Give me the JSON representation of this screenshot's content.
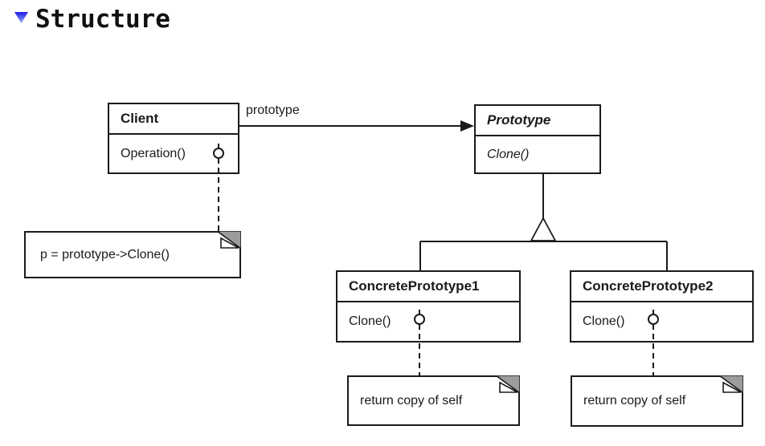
{
  "header": {
    "title": "Structure"
  },
  "diagram": {
    "classes": {
      "client": {
        "name": "Client",
        "operation": "Operation()"
      },
      "prototype": {
        "name": "Prototype",
        "operation": "Clone()"
      },
      "concrete1": {
        "name": "ConcretePrototype1",
        "operation": "Clone()"
      },
      "concrete2": {
        "name": "ConcretePrototype2",
        "operation": "Clone()"
      }
    },
    "association_label": "prototype",
    "notes": {
      "client_note": {
        "text": "p = prototype->Clone()"
      },
      "concrete1_note": {
        "text": "return copy of self"
      },
      "concrete2_note": {
        "text": "return copy of self"
      }
    }
  },
  "colors": {
    "ink": "#1a1a1a",
    "background": "#ffffff",
    "note_fold_gray": "#9c9c9c",
    "header_triangle_top": "#1a1ae6",
    "header_triangle_bottom": "#9db4ff"
  }
}
